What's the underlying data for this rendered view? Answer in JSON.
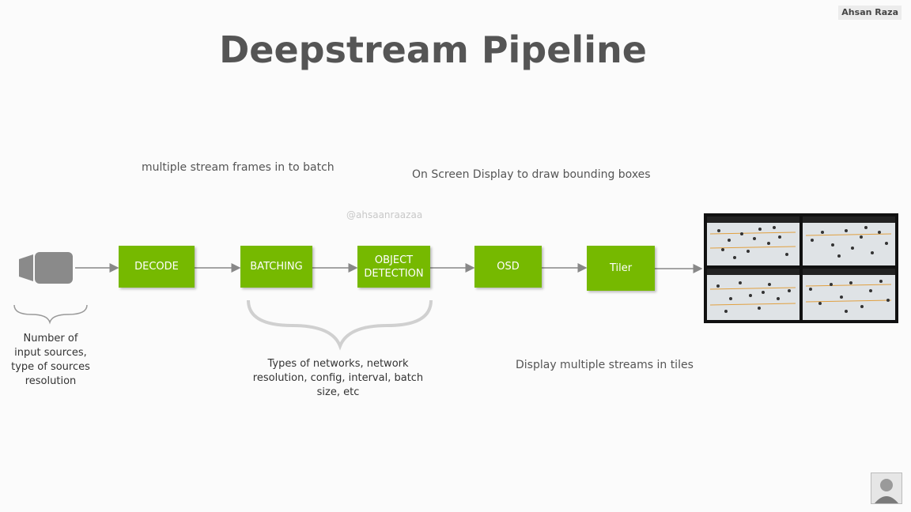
{
  "author_badge": "Ahsan Raza",
  "title": "Deepstream Pipeline",
  "watermark": "@ahsaanraazaa",
  "notes": {
    "batching": "multiple stream frames in to batch",
    "osd": "On Screen Display to draw  bounding boxes",
    "tiler": "Display multiple streams in tiles"
  },
  "stages": [
    {
      "label": "DECODE"
    },
    {
      "label": "BATCHING"
    },
    {
      "label": "OBJECT\nDETECTION"
    },
    {
      "label": "OSD"
    },
    {
      "label": "Tiler"
    }
  ],
  "captions": {
    "sources": [
      "Number of",
      "input sources,",
      "type of sources",
      "resolution"
    ],
    "networks": [
      "Types of networks, network",
      "resolution, config, interval, batch",
      "size, etc"
    ]
  },
  "colors": {
    "stage_fill": "#76b900",
    "arrow": "#888888",
    "title": "#555555",
    "camera": "#8a8a8a"
  },
  "icons": {
    "source": "video-camera-icon",
    "output": "tiled-display-preview"
  }
}
